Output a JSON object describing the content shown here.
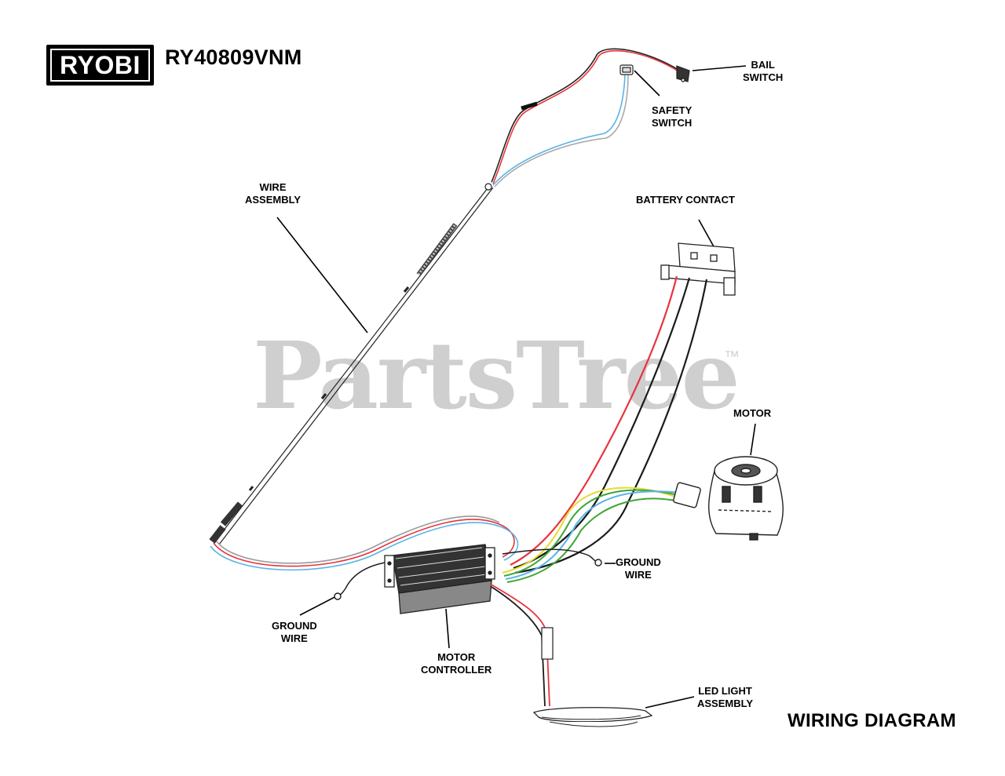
{
  "header": {
    "brand_logo_text": "RYOBI",
    "model_number": "RY40809VNM"
  },
  "watermark": {
    "text": "PartsTree",
    "trademark": "™"
  },
  "labels": {
    "bail_switch": "BAIL\nSWITCH",
    "safety_switch": "SAFETY\nSWITCH",
    "wire_assembly": "WIRE\nASSEMBLY",
    "battery_contact": "BATTERY CONTACT",
    "motor": "MOTOR",
    "ground_wire_right": "GROUND\nWIRE",
    "ground_wire_left": "GROUND\nWIRE",
    "motor_controller": "MOTOR\nCONTROLLER",
    "led_light_assembly": "LED LIGHT\nASSEMBLY"
  },
  "footer": {
    "diagram_title": "WIRING DIAGRAM"
  },
  "colors": {
    "red_wire": "#e8343c",
    "blue_wire": "#5ab4e6",
    "green_wire": "#3fa535",
    "yellow_wire": "#e6dc32",
    "black_wire": "#1a1a1a"
  }
}
